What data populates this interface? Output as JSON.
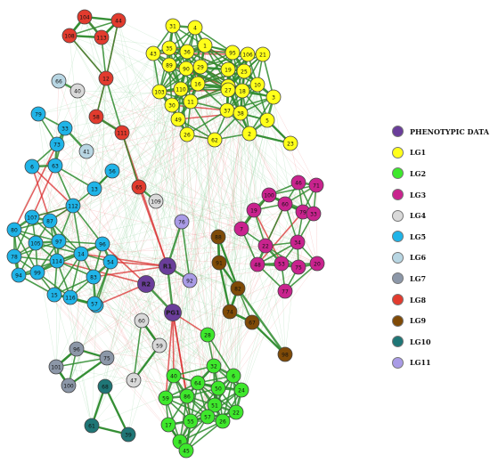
{
  "legend": [
    {
      "group": "PD",
      "label": "PHENOTYPIC DATA",
      "color": "#6a3d9a"
    },
    {
      "group": "LG1",
      "label": "LG1",
      "color": "#ffff1a"
    },
    {
      "group": "LG2",
      "label": "LG2",
      "color": "#3ee82c"
    },
    {
      "group": "LG3",
      "label": "LG3",
      "color": "#c9238e"
    },
    {
      "group": "LG4",
      "label": "LG4",
      "color": "#d9d9d9"
    },
    {
      "group": "LG5",
      "label": "LG5",
      "color": "#1fb4e8"
    },
    {
      "group": "LG6",
      "label": "LG6",
      "color": "#b8d6e3"
    },
    {
      "group": "LG7",
      "label": "LG7",
      "color": "#8c97a8"
    },
    {
      "group": "LG8",
      "label": "LG8",
      "color": "#e23b2e"
    },
    {
      "group": "LG9",
      "label": "LG9",
      "color": "#7f4a07"
    },
    {
      "group": "LG10",
      "label": "LG10",
      "color": "#1f7676"
    },
    {
      "group": "LG11",
      "label": "LG11",
      "color": "#a99be6"
    }
  ],
  "edge_colors": {
    "positive": "#2e8b2e",
    "negative": "#d92f2f"
  },
  "nodes": [
    {
      "id": "R1",
      "group": "PD"
    },
    {
      "id": "R2",
      "group": "PD"
    },
    {
      "id": "PG1",
      "group": "PD"
    },
    {
      "id": "31",
      "group": "LG1"
    },
    {
      "id": "4",
      "group": "LG1"
    },
    {
      "id": "35",
      "group": "LG1"
    },
    {
      "id": "36",
      "group": "LG1"
    },
    {
      "id": "1",
      "group": "LG1"
    },
    {
      "id": "43",
      "group": "LG1"
    },
    {
      "id": "89",
      "group": "LG1"
    },
    {
      "id": "90",
      "group": "LG1"
    },
    {
      "id": "29",
      "group": "LG1"
    },
    {
      "id": "95",
      "group": "LG1"
    },
    {
      "id": "106",
      "group": "LG1"
    },
    {
      "id": "21",
      "group": "LG1"
    },
    {
      "id": "19",
      "group": "LG1"
    },
    {
      "id": "25",
      "group": "LG1"
    },
    {
      "id": "81",
      "group": "LG1"
    },
    {
      "id": "10",
      "group": "LG1"
    },
    {
      "id": "103",
      "group": "LG1"
    },
    {
      "id": "110",
      "group": "LG1"
    },
    {
      "id": "16",
      "group": "LG1"
    },
    {
      "id": "27",
      "group": "LG1"
    },
    {
      "id": "18",
      "group": "LG1"
    },
    {
      "id": "3",
      "group": "LG1"
    },
    {
      "id": "11",
      "group": "LG1"
    },
    {
      "id": "30",
      "group": "LG1"
    },
    {
      "id": "37",
      "group": "LG1"
    },
    {
      "id": "38",
      "group": "LG1"
    },
    {
      "id": "49",
      "group": "LG1"
    },
    {
      "id": "5",
      "group": "LG1"
    },
    {
      "id": "62",
      "group": "LG1"
    },
    {
      "id": "26",
      "group": "LG1"
    },
    {
      "id": "2",
      "group": "LG1"
    },
    {
      "id": "23",
      "group": "LG1"
    },
    {
      "id": "28",
      "group": "LG2"
    },
    {
      "id": "40",
      "group": "LG2"
    },
    {
      "id": "32",
      "group": "LG2"
    },
    {
      "id": "6",
      "group": "LG2"
    },
    {
      "id": "64",
      "group": "LG2"
    },
    {
      "id": "50",
      "group": "LG2"
    },
    {
      "id": "24",
      "group": "LG2"
    },
    {
      "id": "51",
      "group": "LG2"
    },
    {
      "id": "22",
      "group": "LG2"
    },
    {
      "id": "59",
      "group": "LG2"
    },
    {
      "id": "86",
      "group": "LG2"
    },
    {
      "id": "57",
      "group": "LG2"
    },
    {
      "id": "26b",
      "label": "26",
      "group": "LG2"
    },
    {
      "id": "17",
      "group": "LG2"
    },
    {
      "id": "55",
      "group": "LG2"
    },
    {
      "id": "8",
      "group": "LG2"
    },
    {
      "id": "45",
      "group": "LG2"
    },
    {
      "id": "46",
      "group": "LG3"
    },
    {
      "id": "71",
      "group": "LG3"
    },
    {
      "id": "100",
      "group": "LG3"
    },
    {
      "id": "60",
      "group": "LG3"
    },
    {
      "id": "79",
      "group": "LG3"
    },
    {
      "id": "19b",
      "label": "19",
      "group": "LG3"
    },
    {
      "id": "7",
      "group": "LG3"
    },
    {
      "id": "22b",
      "label": "22",
      "group": "LG3"
    },
    {
      "id": "48",
      "group": "LG3"
    },
    {
      "id": "53",
      "group": "LG3"
    },
    {
      "id": "34",
      "group": "LG3"
    },
    {
      "id": "75",
      "group": "LG3"
    },
    {
      "id": "20",
      "group": "LG3"
    },
    {
      "id": "77",
      "group": "LG3"
    },
    {
      "id": "33b",
      "label": "33",
      "group": "LG3"
    },
    {
      "id": "40c",
      "label": "40",
      "group": "LG4"
    },
    {
      "id": "60c",
      "label": "60",
      "group": "LG4"
    },
    {
      "id": "59c",
      "label": "59",
      "group": "LG4"
    },
    {
      "id": "47",
      "group": "LG4"
    },
    {
      "id": "109",
      "group": "LG4"
    },
    {
      "id": "79d",
      "label": "79",
      "group": "LG5"
    },
    {
      "id": "33",
      "group": "LG5"
    },
    {
      "id": "73",
      "group": "LG5"
    },
    {
      "id": "63",
      "group": "LG5"
    },
    {
      "id": "6d",
      "label": "6",
      "group": "LG5"
    },
    {
      "id": "56",
      "group": "LG5"
    },
    {
      "id": "13",
      "group": "LG5"
    },
    {
      "id": "112",
      "group": "LG5"
    },
    {
      "id": "107",
      "group": "LG5"
    },
    {
      "id": "87",
      "group": "LG5"
    },
    {
      "id": "80",
      "group": "LG5"
    },
    {
      "id": "105",
      "group": "LG5"
    },
    {
      "id": "97",
      "group": "LG5"
    },
    {
      "id": "78",
      "group": "LG5"
    },
    {
      "id": "114",
      "group": "LG5"
    },
    {
      "id": "14",
      "group": "LG5"
    },
    {
      "id": "94",
      "group": "LG5"
    },
    {
      "id": "99",
      "group": "LG5"
    },
    {
      "id": "15",
      "group": "LG5"
    },
    {
      "id": "116",
      "group": "LG5"
    },
    {
      "id": "83",
      "group": "LG5"
    },
    {
      "id": "52",
      "group": "LG5"
    },
    {
      "id": "96d",
      "label": "96",
      "group": "LG5"
    },
    {
      "id": "54",
      "group": "LG5"
    },
    {
      "id": "57d",
      "label": "57",
      "group": "LG5"
    },
    {
      "id": "66",
      "group": "LG6"
    },
    {
      "id": "41",
      "group": "LG6"
    },
    {
      "id": "96",
      "group": "LG7"
    },
    {
      "id": "101",
      "group": "LG7"
    },
    {
      "id": "75g",
      "label": "75",
      "group": "LG7"
    },
    {
      "id": "100g",
      "label": "100",
      "group": "LG7"
    },
    {
      "id": "104",
      "group": "LG8"
    },
    {
      "id": "44",
      "group": "LG8"
    },
    {
      "id": "108",
      "group": "LG8"
    },
    {
      "id": "113",
      "group": "LG8"
    },
    {
      "id": "12",
      "group": "LG8"
    },
    {
      "id": "58",
      "group": "LG8"
    },
    {
      "id": "111",
      "group": "LG8"
    },
    {
      "id": "65",
      "group": "LG8"
    },
    {
      "id": "88",
      "group": "LG9"
    },
    {
      "id": "91",
      "group": "LG9"
    },
    {
      "id": "82",
      "group": "LG9"
    },
    {
      "id": "74",
      "group": "LG9"
    },
    {
      "id": "67",
      "group": "LG9"
    },
    {
      "id": "98",
      "group": "LG9"
    },
    {
      "id": "68",
      "group": "LG10"
    },
    {
      "id": "61",
      "group": "LG10"
    },
    {
      "id": "39",
      "group": "LG10"
    },
    {
      "id": "76",
      "group": "LG11"
    },
    {
      "id": "92",
      "group": "LG11"
    }
  ]
}
